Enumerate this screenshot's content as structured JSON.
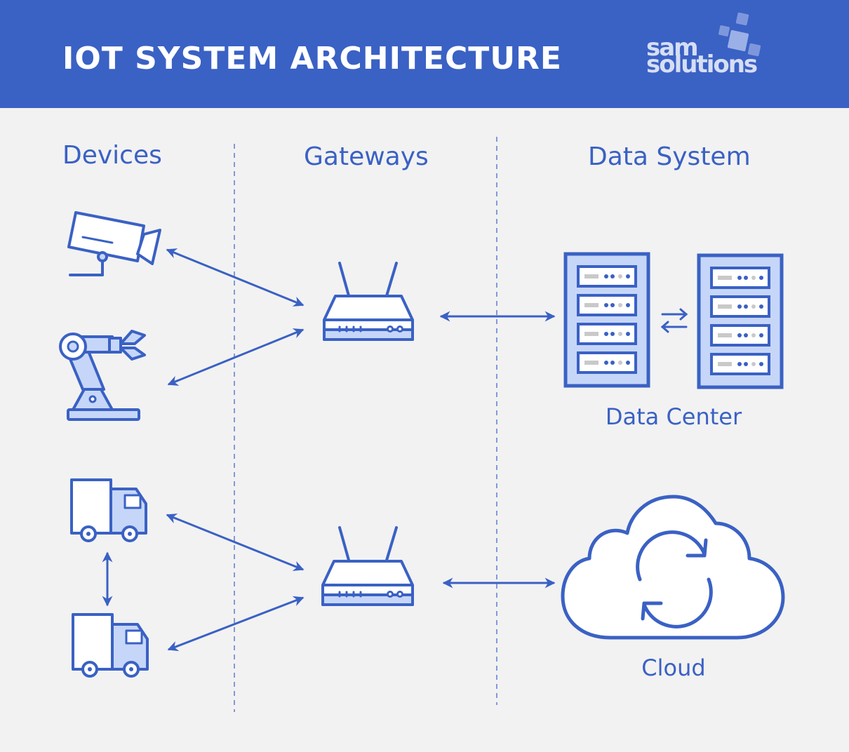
{
  "header": {
    "title": "IOT SYSTEM ARCHITECTURE",
    "logo_line1": "sam",
    "logo_line2": "solutions"
  },
  "columns": {
    "devices": "Devices",
    "gateways": "Gateways",
    "data_system": "Data System"
  },
  "labels": {
    "data_center": "Data Center",
    "cloud": "Cloud"
  },
  "colors": {
    "brand_blue": "#3a61c4",
    "light_fill": "#c6d6f8",
    "background": "#f2f2f2"
  },
  "icons": [
    "security-camera-icon",
    "robotic-arm-icon",
    "truck-icon",
    "router-icon",
    "server-rack-icon",
    "cloud-sync-icon"
  ]
}
